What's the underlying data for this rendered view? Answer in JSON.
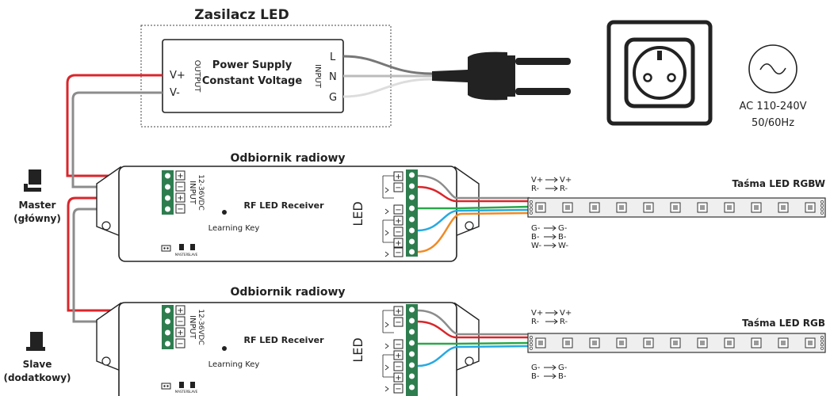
{
  "supply": {
    "title": "Zasilacz LED",
    "line1": "Power Supply",
    "line2": "Constant Voltage",
    "output_label": "OUTPUT",
    "input_label": "INPUT",
    "vplus": "V+",
    "vminus": "V-",
    "l": "L",
    "n": "N",
    "g": "G"
  },
  "mains": {
    "line1": "AC 110-240V",
    "line2": "50/60Hz"
  },
  "receiver1": {
    "title": "Odbiornik radiowy",
    "name": "RF LED Receiver",
    "learning": "Learning Key",
    "input_line1": "INPUT",
    "input_line2": "12-36VDC",
    "led": "LED",
    "master_small": "MASTER",
    "slave_small": "SLAVE"
  },
  "receiver2": {
    "title": "Odbiornik radiowy",
    "name": "RF LED Receiver",
    "learning": "Learning Key",
    "input_line1": "INPUT",
    "input_line2": "12-36VDC",
    "led": "LED",
    "master_small": "MASTER",
    "slave_small": "SLAVE"
  },
  "master": {
    "line1": "Master",
    "line2": "(główny)"
  },
  "slave": {
    "line1": "Slave",
    "line2": "(dodatkowy)"
  },
  "strip1": {
    "title": "Taśma LED RGBW",
    "top": [
      "V+",
      "R-"
    ],
    "bottom": [
      "G-",
      "B-",
      "W-"
    ]
  },
  "strip2": {
    "title": "Taśma LED RGB",
    "top": [
      "V+",
      "R-"
    ],
    "bottom": [
      "G-",
      "B-"
    ]
  },
  "colors": {
    "red": "#d9262b",
    "gray": "#8c8c8c",
    "green": "#2aa84a",
    "blue": "#27a9e1",
    "orange": "#f08a24",
    "terminal": "#2e7d4f"
  }
}
